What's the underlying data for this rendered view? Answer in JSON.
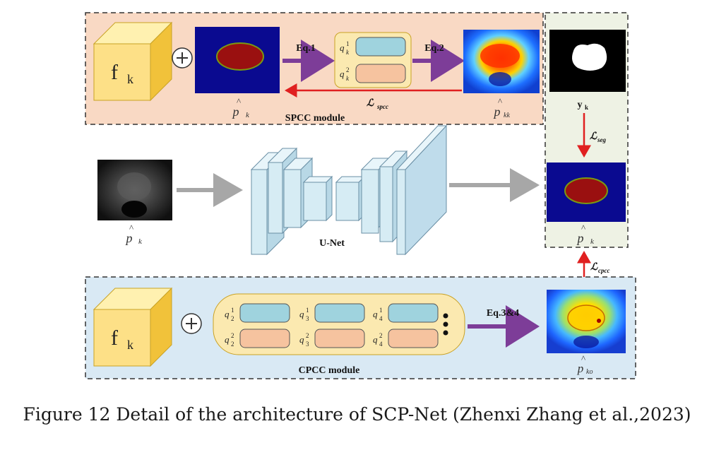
{
  "spcc": {
    "module_label": "SPCC module",
    "feature_label": "f",
    "feature_sub": "k",
    "plus": "+",
    "pred_hat": "^",
    "pred_label": "p",
    "pred_sub": "k",
    "eq1": "Eq.1",
    "eq2": "Eq.2",
    "q1_label": "q",
    "q1_sup": "1",
    "q1_sub": "k",
    "q2_label": "q",
    "q2_sup": "2",
    "q2_sub": "k",
    "loss_label": "ℒ",
    "loss_sub": "spcc",
    "out_hat": "^",
    "out_label": "p",
    "out_sub": "kk"
  },
  "unet": {
    "input_hat": "^",
    "input_label": "p",
    "input_sub": "k",
    "label": "U-Net"
  },
  "right_panel": {
    "gt_label": "y",
    "gt_sub": "k",
    "seg_loss": "ℒ",
    "seg_loss_sub": "seg",
    "pred_hat": "^",
    "pred_label": "p",
    "pred_sub": "k",
    "cpcc_loss": "ℒ",
    "cpcc_loss_sub": "cpcc"
  },
  "cpcc": {
    "module_label": "CPCC module",
    "feature_label": "f",
    "feature_sub": "k",
    "plus": "+",
    "queues": [
      {
        "top": "q",
        "top_sup": "1",
        "top_sub": "2",
        "bottom": "q",
        "bottom_sup": "2",
        "bottom_sub": "2"
      },
      {
        "top": "q",
        "top_sup": "1",
        "top_sub": "3",
        "bottom": "q",
        "bottom_sup": "2",
        "bottom_sub": "3"
      },
      {
        "top": "q",
        "top_sup": "1",
        "top_sub": "4",
        "bottom": "q",
        "bottom_sup": "2",
        "bottom_sub": "4"
      }
    ],
    "eq": "Eq.3&4",
    "out_hat": "^",
    "out_label": "p",
    "out_sub": "ko"
  },
  "caption": "Figure 12 Detail of the architecture of SCP-Net (Zhenxi Zhang et al.,2023)",
  "colors": {
    "spcc_bg": "#f9d9c4",
    "cpcc_bg": "#d9e9f4",
    "right_bg": "#eef2e4",
    "cube_front": "#fde087",
    "cube_top": "#fff1b0",
    "cube_side": "#f1c23a",
    "queue_bg": "#fbe9b0",
    "q1_fill": "#9fd3de",
    "q2_fill": "#f6c39f",
    "purple_arrow": "#7d3d98",
    "red_arrow": "#e02020",
    "gray_arrow": "#a7a7a7",
    "unet_fill": "#cfe6ef"
  }
}
